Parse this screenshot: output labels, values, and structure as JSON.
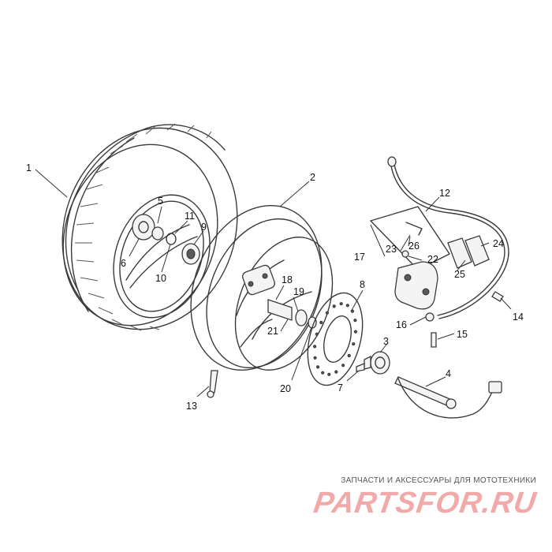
{
  "callouts": [
    {
      "id": "1",
      "text": "1"
    },
    {
      "id": "2",
      "text": "2"
    },
    {
      "id": "3",
      "text": "3"
    },
    {
      "id": "4",
      "text": "4"
    },
    {
      "id": "5",
      "text": "5"
    },
    {
      "id": "6",
      "text": "6"
    },
    {
      "id": "7",
      "text": "7"
    },
    {
      "id": "8",
      "text": "8"
    },
    {
      "id": "9",
      "text": "9"
    },
    {
      "id": "10",
      "text": "10"
    },
    {
      "id": "11",
      "text": "11"
    },
    {
      "id": "12",
      "text": "12"
    },
    {
      "id": "13",
      "text": "13"
    },
    {
      "id": "14",
      "text": "14"
    },
    {
      "id": "15",
      "text": "15"
    },
    {
      "id": "16",
      "text": "16"
    },
    {
      "id": "17",
      "text": "17"
    },
    {
      "id": "18",
      "text": "18"
    },
    {
      "id": "19",
      "text": "19"
    },
    {
      "id": "20",
      "text": "20"
    },
    {
      "id": "21",
      "text": "21"
    },
    {
      "id": "22",
      "text": "22"
    },
    {
      "id": "23",
      "text": "23"
    },
    {
      "id": "24",
      "text": "24"
    },
    {
      "id": "25",
      "text": "25"
    },
    {
      "id": "26",
      "text": "26"
    }
  ],
  "footer": {
    "tagline": "ЗАПЧАСТИ И АКСЕССУАРЫ ДЛЯ МОТОТЕХНИКИ",
    "brand": "PARTSFOR.RU",
    "brand_color": "#f2a9a9"
  }
}
